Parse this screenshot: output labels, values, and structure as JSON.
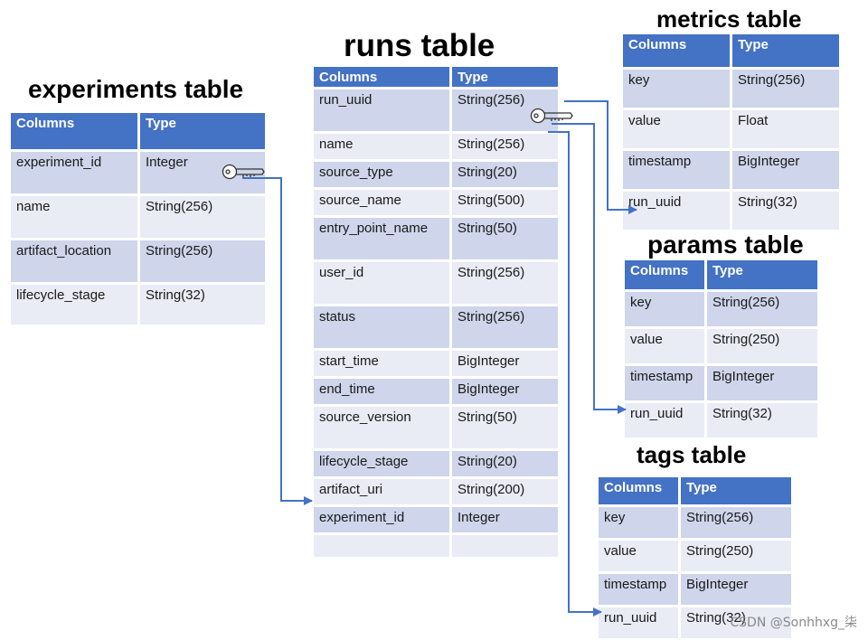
{
  "colors": {
    "header": "#4472c4",
    "row_dark": "#cfd5ea",
    "row_light": "#e9ebf5",
    "arrow": "#4472c4"
  },
  "header": {
    "columns": "Columns",
    "type": "Type"
  },
  "tables": {
    "experiments": {
      "title": "experiments table",
      "rows": [
        {
          "column": "experiment_id",
          "type": "Integer"
        },
        {
          "column": "name",
          "type": "String(256)"
        },
        {
          "column": "artifact_location",
          "type": "String(256)"
        },
        {
          "column": "lifecycle_stage",
          "type": "String(32)"
        }
      ]
    },
    "runs": {
      "title": "runs table",
      "rows": [
        {
          "column": "run_uuid",
          "type": "String(256)"
        },
        {
          "column": "name",
          "type": "String(256)"
        },
        {
          "column": "source_type",
          "type": "String(20)"
        },
        {
          "column": "source_name",
          "type": "String(500)"
        },
        {
          "column": "entry_point_name",
          "type": "String(50)"
        },
        {
          "column": "user_id",
          "type": "String(256)"
        },
        {
          "column": "status",
          "type": "String(256)"
        },
        {
          "column": "start_time",
          "type": "BigInteger"
        },
        {
          "column": "end_time",
          "type": "BigInteger"
        },
        {
          "column": "source_version",
          "type": "String(50)"
        },
        {
          "column": "lifecycle_stage",
          "type": "String(20)"
        },
        {
          "column": "artifact_uri",
          "type": "String(200)"
        },
        {
          "column": "experiment_id",
          "type": "Integer"
        },
        {
          "column": "",
          "type": ""
        }
      ]
    },
    "metrics": {
      "title": "metrics table",
      "rows": [
        {
          "column": "key",
          "type": "String(256)"
        },
        {
          "column": "value",
          "type": "Float"
        },
        {
          "column": "timestamp",
          "type": "BigInteger"
        },
        {
          "column": "run_uuid",
          "type": "String(32)"
        }
      ]
    },
    "params": {
      "title": "params table",
      "rows": [
        {
          "column": "key",
          "type": "String(256)"
        },
        {
          "column": "value",
          "type": "String(250)"
        },
        {
          "column": "timestamp",
          "type": "BigInteger"
        },
        {
          "column": "run_uuid",
          "type": "String(32)"
        }
      ]
    },
    "tags": {
      "title": "tags table",
      "rows": [
        {
          "column": "key",
          "type": "String(256)"
        },
        {
          "column": "value",
          "type": "String(250)"
        },
        {
          "column": "timestamp",
          "type": "BigInteger"
        },
        {
          "column": "run_uuid",
          "type": "String(32)"
        }
      ]
    }
  },
  "icons": {
    "primary_key": "key-icon"
  },
  "watermark": "CSDN @Sonhhxg_柒"
}
